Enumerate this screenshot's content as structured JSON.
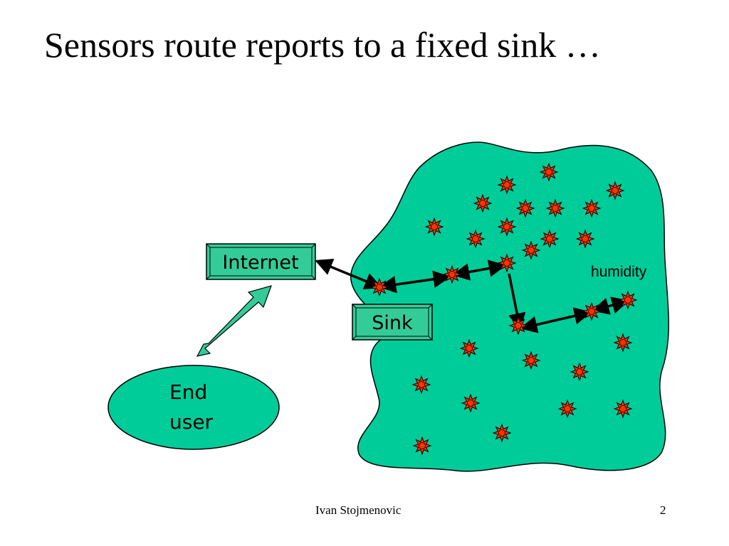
{
  "slide": {
    "title": "Sensors route reports to a fixed sink …",
    "footer_author": "Ivan Stojmenovic",
    "page_number": "2"
  },
  "diagram": {
    "internet_label": "Internet",
    "sink_label": "Sink",
    "end_user_line1": "End",
    "end_user_line2": "user",
    "humidity_label": "humidity",
    "colors": {
      "field_fill": "#00cc99",
      "box_fill": "#33cc99",
      "sensor_fill": "#ff3300",
      "arrow_fill": "#33cc99"
    }
  }
}
